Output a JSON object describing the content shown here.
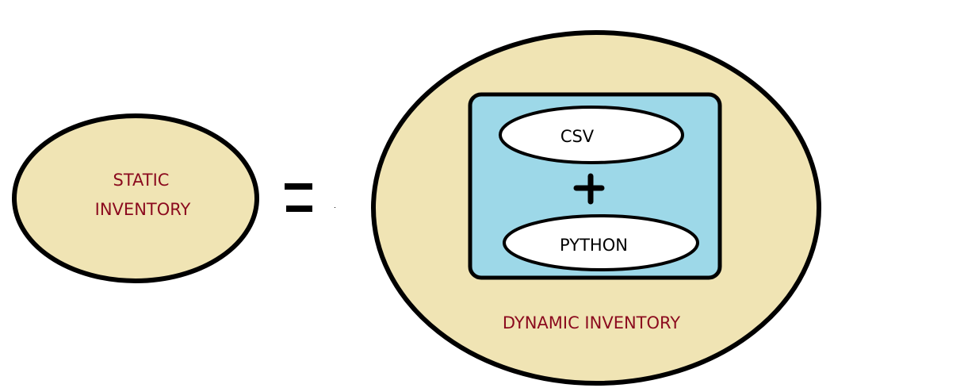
{
  "diagram": {
    "static_inventory": {
      "line1": "STATIC",
      "line2": "INVENTORY"
    },
    "equals_symbol": "=",
    "dynamic_inventory": {
      "label": "DYNAMIC INVENTORY",
      "components": [
        {
          "label": "CSV"
        },
        {
          "label": "PYTHON"
        }
      ],
      "operator": "+"
    }
  },
  "colors": {
    "tan_fill": "#F0E4B4",
    "blue_fill": "#9DD8E8",
    "white_fill": "#FFFFFF",
    "outline": "#000000",
    "label_red": "#8B0A1E",
    "label_black": "#000000"
  }
}
